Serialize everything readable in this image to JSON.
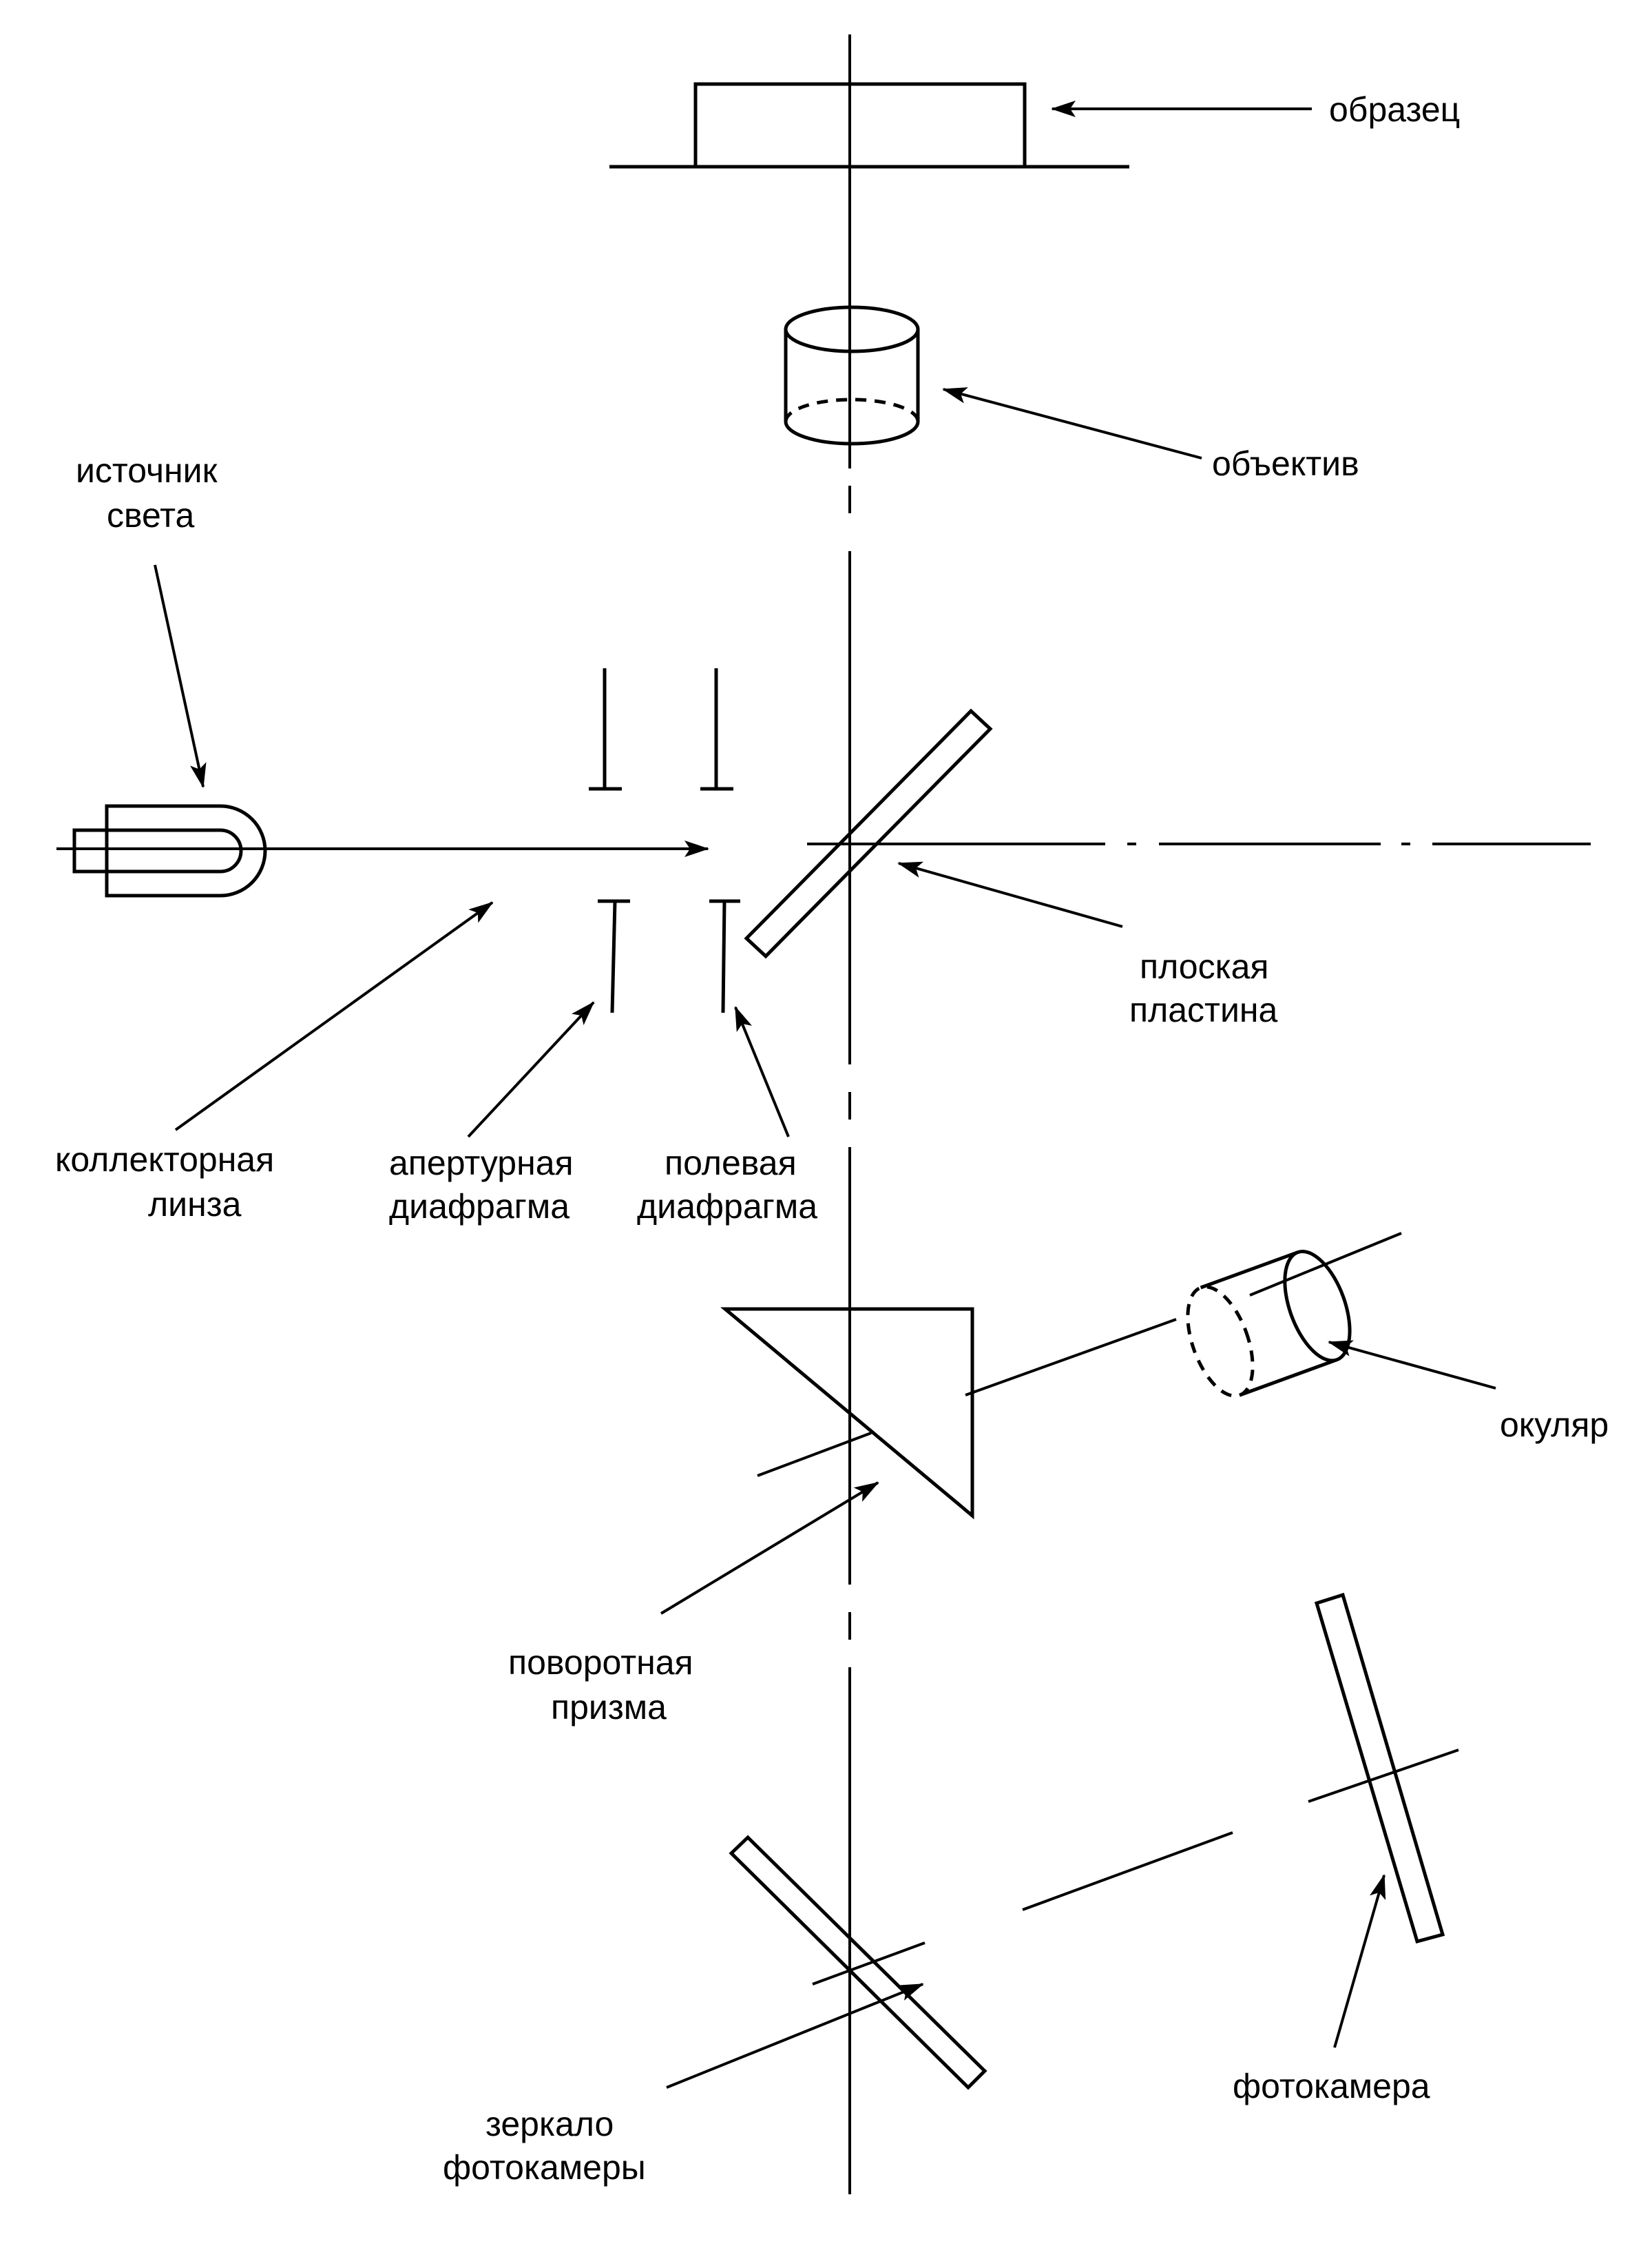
{
  "labels": {
    "specimen": "образец",
    "objective": "объектив",
    "light_source_line1": "источник",
    "light_source_line2": "света",
    "flat_plate_line1": "плоская",
    "flat_plate_line2": "пластина",
    "collector_lens_line1": "коллекторная",
    "collector_lens_line2": "линза",
    "aperture_diaphragm_line1": "апертурная",
    "aperture_diaphragm_line2": "диафрагма",
    "field_diaphragm_line1": "полевая",
    "field_diaphragm_line2": "диафрагма",
    "eyepiece": "окуляр",
    "turning_prism_line1": "поворотная",
    "turning_prism_line2": "призма",
    "camera_mirror_line1": "зеркало",
    "camera_mirror_line2": "фотокамеры",
    "camera": "фотокамера"
  },
  "colors": {
    "ink": "#000000",
    "background": "#ffffff"
  }
}
